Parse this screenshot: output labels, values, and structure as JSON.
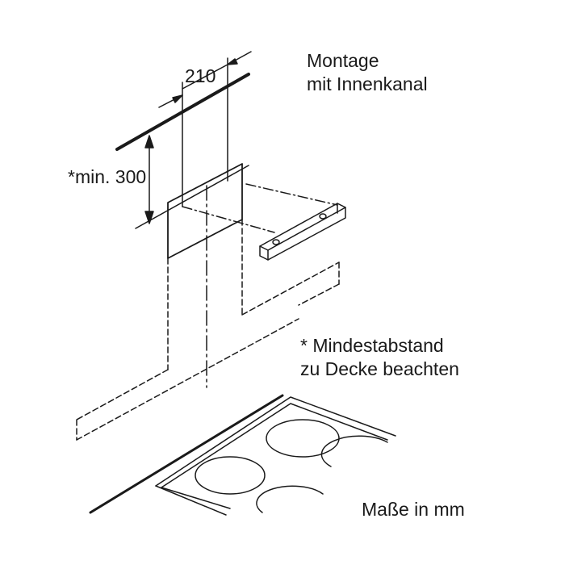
{
  "labels": {
    "title_line1": "Montage",
    "title_line2": "mit Innenkanal",
    "dimension_width": "210",
    "dimension_min_height": "*min. 300",
    "note_line1": "* Mindestabstand",
    "note_line2": "zu Decke beachten",
    "units_note": "Maße in mm"
  },
  "colors": {
    "line": "#1a1a1a",
    "background": "#ffffff"
  }
}
